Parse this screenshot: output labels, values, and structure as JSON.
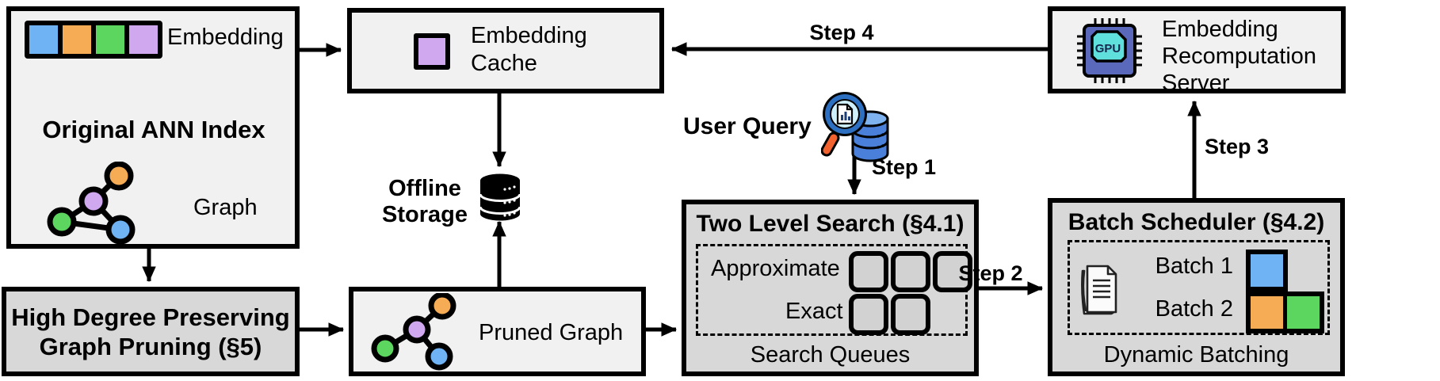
{
  "colors": {
    "blue": "#6fb3f4",
    "orange": "#f6ac55",
    "green": "#5cd65f",
    "purple": "#cfa8f0",
    "box_light": "#f1f1f1",
    "box_dark": "#d8d8d8",
    "queue_fill": "#d2d2d2",
    "gpu_body": "#5a69bb",
    "gpu_core": "#5fe0dc",
    "db_blue": "#4a80d9",
    "db_light": "#7fb3ef",
    "lens_fill": "#cfeffa",
    "lens_rim": "#2d6fc0",
    "handle_orange": "#f2622e",
    "line_black": "#000000"
  },
  "original_index": {
    "embedding_label": "Embedding",
    "title": "Original ANN Index",
    "graph_label": "Graph"
  },
  "embedding_cache": {
    "line1": "Embedding",
    "line2": "Cache"
  },
  "offline_storage": {
    "line1": "Offline",
    "line2": "Storage"
  },
  "graph_pruning": {
    "line1": "High Degree Preserving",
    "line2": "Graph Pruning (§5)"
  },
  "pruned_graph": {
    "label": "Pruned Graph"
  },
  "user_query": {
    "label": "User Query"
  },
  "steps": {
    "step1": "Step 1",
    "step2": "Step 2",
    "step3": "Step 3",
    "step4": "Step 4"
  },
  "two_level_search": {
    "title": "Two Level Search (§4.1)",
    "row1_label": "Approximate",
    "row2_label": "Exact",
    "approximate_slots": 3,
    "exact_slots": 2,
    "caption": "Search Queues"
  },
  "batch_scheduler": {
    "title": "Batch Scheduler (§4.2)",
    "batch1_label": "Batch 1",
    "batch2_label": "Batch 2",
    "caption": "Dynamic Batching"
  },
  "recomputation_server": {
    "line1": "Embedding",
    "line2": "Recomputation",
    "line3": "Server",
    "gpu_label": "GPU"
  }
}
